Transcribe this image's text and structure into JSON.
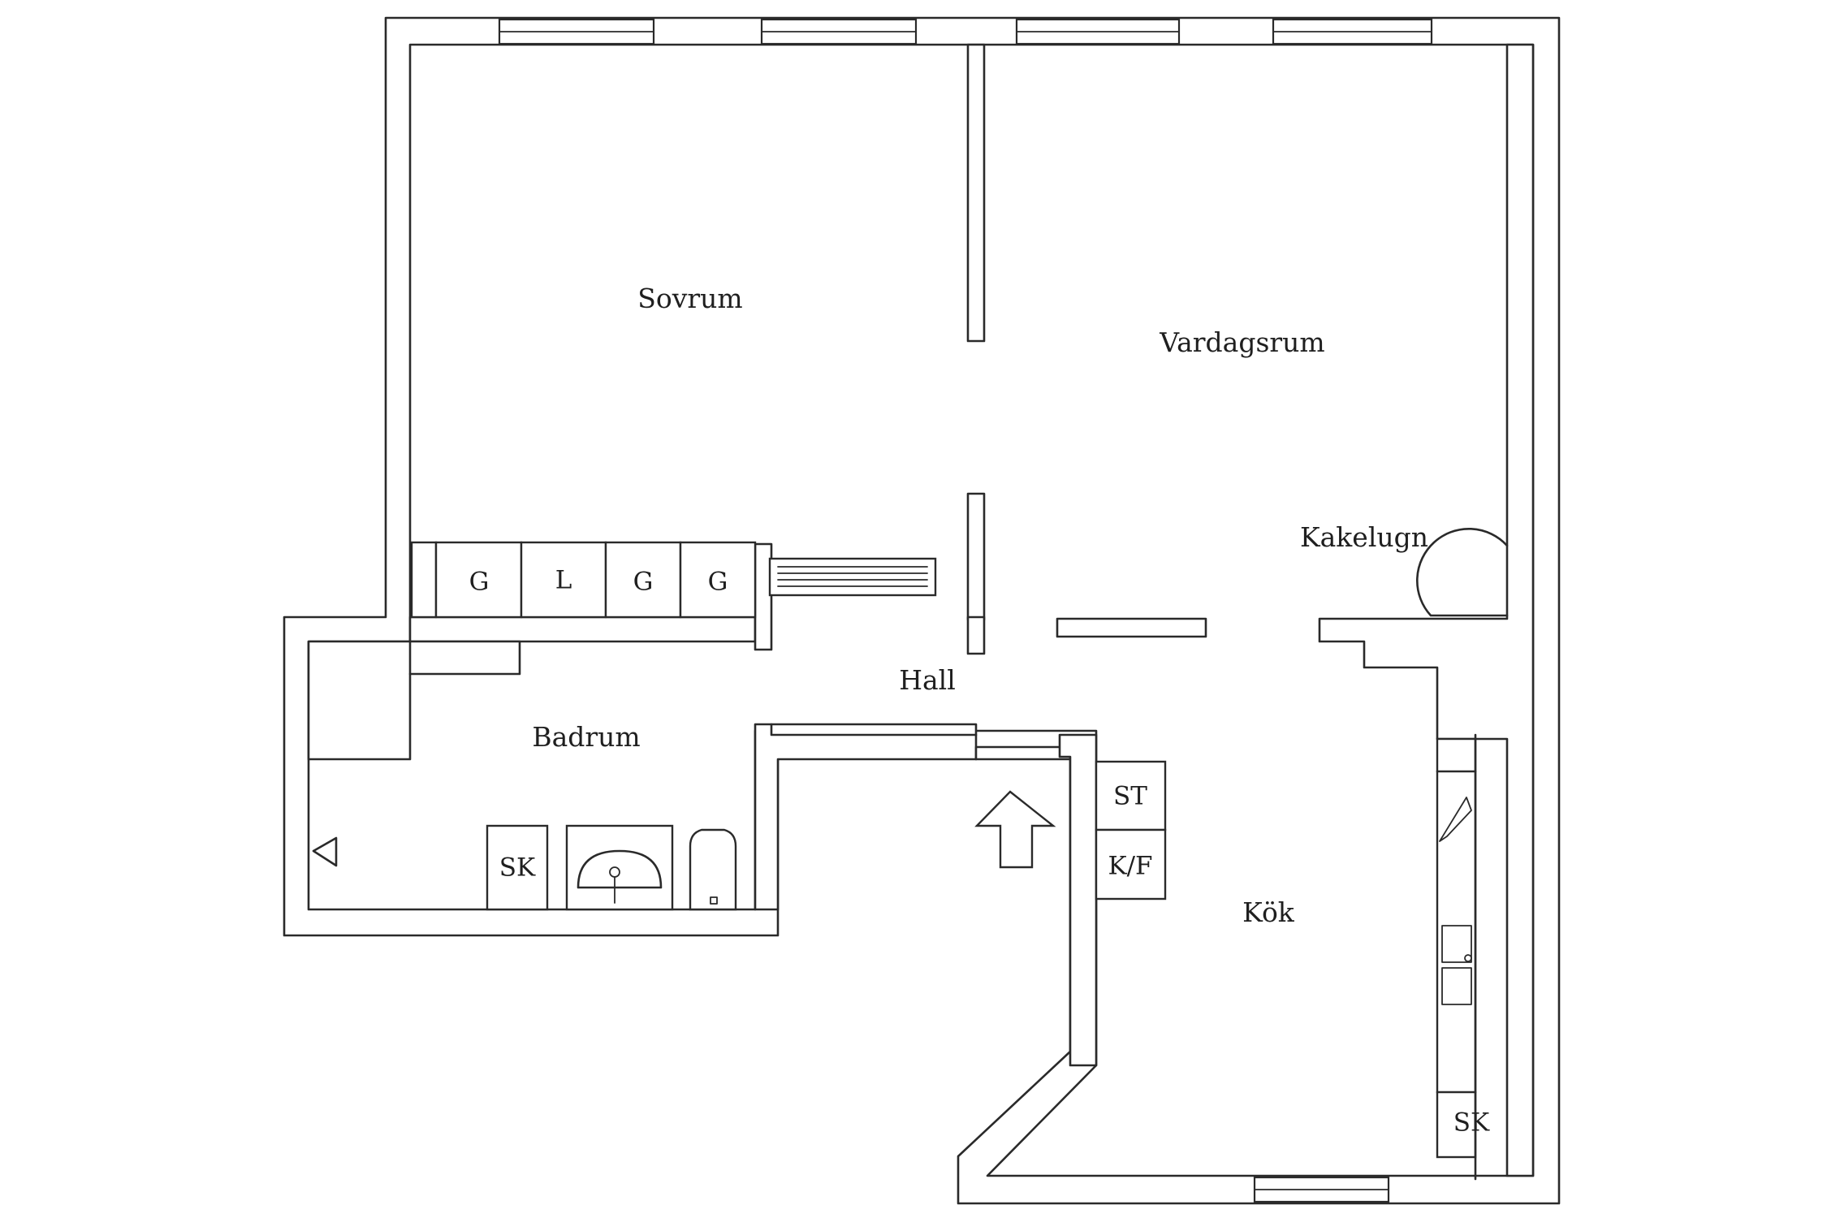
{
  "rooms": {
    "sovrum": "Sovrum",
    "vardagsrum": "Vardagsrum",
    "kakelugn": "Kakelugn",
    "hall": "Hall",
    "badrum": "Badrum",
    "kok": "Kök"
  },
  "wardrobes": [
    "G",
    "L",
    "G",
    "G"
  ],
  "fixtures": {
    "bath_sk": "SK",
    "stove": "ST",
    "fridge_freezer": "K/F",
    "kitchen_sk": "SK"
  },
  "colors": {
    "line": "#2a2a2a",
    "background": "#ffffff"
  }
}
